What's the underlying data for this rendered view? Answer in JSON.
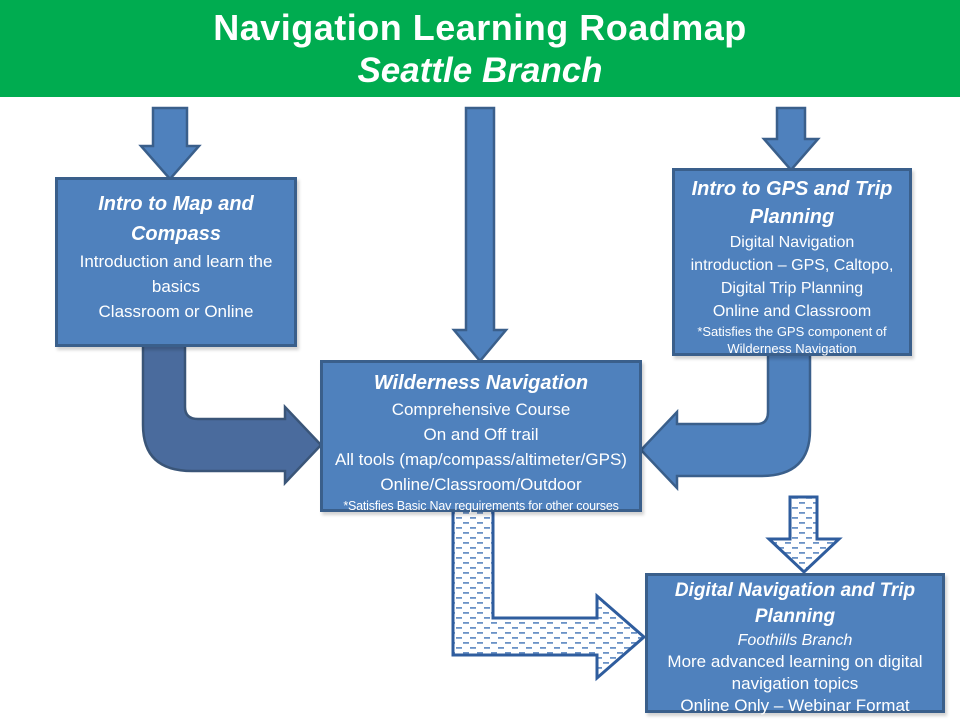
{
  "header": {
    "title": "Navigation Learning Roadmap",
    "subtitle": "Seattle Branch"
  },
  "boxes": {
    "intro_map": {
      "title_lines": [
        "Intro to Map and",
        "Compass"
      ],
      "body_lines": [
        "Introduction and learn the",
        "basics",
        "Classroom or Online"
      ]
    },
    "intro_gps": {
      "title_lines": [
        "Intro to GPS and Trip",
        "Planning"
      ],
      "body_lines": [
        "Digital Navigation",
        "introduction – GPS, Caltopo,",
        "Digital Trip Planning",
        "Online and Classroom"
      ],
      "footnote_lines": [
        "*Satisfies the GPS component of",
        "Wilderness Navigation"
      ]
    },
    "wilderness": {
      "title_lines": [
        "Wilderness Navigation"
      ],
      "body_lines": [
        "Comprehensive Course",
        "On and Off trail",
        "All tools (map/compass/altimeter/GPS)",
        "Online/Classroom/Outdoor"
      ],
      "footnote_lines": [
        "*Satisfies Basic Nav requirements for other courses"
      ]
    },
    "digital_nav": {
      "title_lines": [
        "Digital Navigation and Trip",
        "Planning"
      ],
      "subtitle": "Foothills Branch",
      "body_lines": [
        "More advanced learning on digital",
        "navigation topics",
        "Online Only – Webinar Format"
      ]
    }
  },
  "arrows": [
    {
      "name": "down-arrow-into-intro-map",
      "style": "solid"
    },
    {
      "name": "long-down-arrow-into-wilderness",
      "style": "solid"
    },
    {
      "name": "down-arrow-into-intro-gps",
      "style": "solid"
    },
    {
      "name": "bent-arrow-intro-map-to-wilderness",
      "style": "solid-dark"
    },
    {
      "name": "bent-arrow-intro-gps-to-wilderness",
      "style": "solid"
    },
    {
      "name": "dotted-elbow-arrow-wilderness-to-digital",
      "style": "dotted"
    },
    {
      "name": "dotted-down-arrow-into-digital",
      "style": "dotted"
    }
  ],
  "colors": {
    "header_bg": "#00AC50",
    "box_fill": "#4F81BD",
    "box_border": "#3A5F8B",
    "solid_arrow_fill": "#4F81BD",
    "bent_arrow_left_fill": "#4A6B9D",
    "arrow_border": "#3A5F8B",
    "dotted_arrow_border": "#2F5D9E",
    "dotted_arrow_dash": "#6B92C6",
    "text_color": "#FFFFFF"
  }
}
